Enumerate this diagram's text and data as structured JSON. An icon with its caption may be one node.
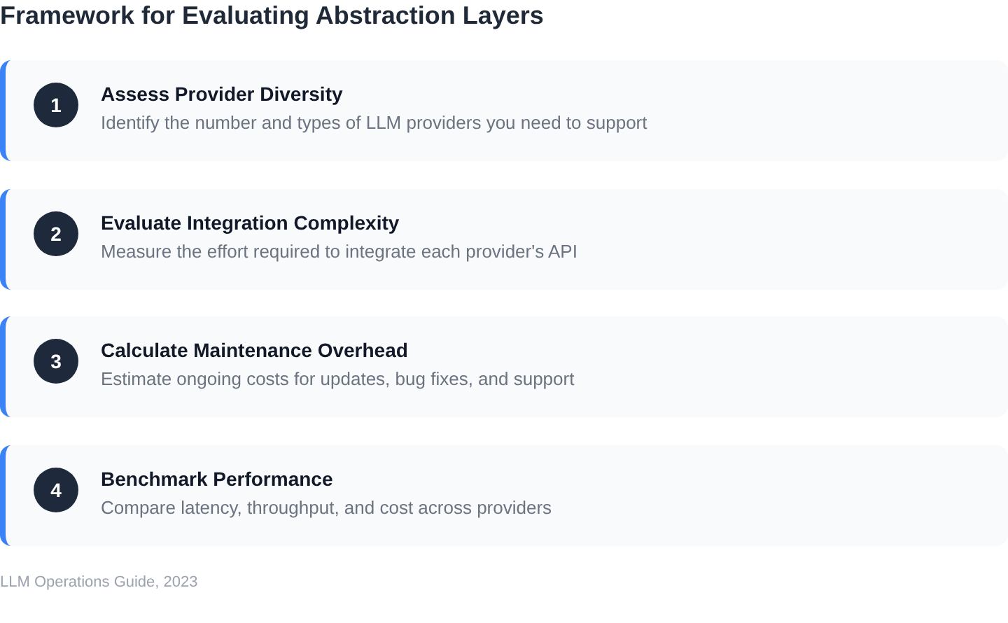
{
  "diagram": {
    "title": "Framework for Evaluating Abstraction Layers",
    "nodes": [
      {
        "text": [
          "Assess Provider Diversity",
          "Identify the number and types of LLM providers you need to support"
        ]
      },
      {
        "text": [
          "1"
        ],
        "in": 0
      },
      {
        "text": [
          "Evaluate Integration Complexity",
          "Measure the effort required to integrate each provider's API"
        ]
      },
      {
        "text": [
          "2"
        ],
        "in": 2
      },
      {
        "text": [
          "Calculate Maintenance Overhead",
          "Estimate ongoing costs for updates, bug fixes, and support"
        ]
      },
      {
        "text": [
          "3"
        ],
        "in": 4
      },
      {
        "text": [
          "Benchmark Performance",
          "Compare latency, throughput, and cost across providers"
        ]
      },
      {
        "text": [
          "4"
        ],
        "in": 6
      }
    ],
    "caption": "LLM Operations Guide, 2023"
  }
}
